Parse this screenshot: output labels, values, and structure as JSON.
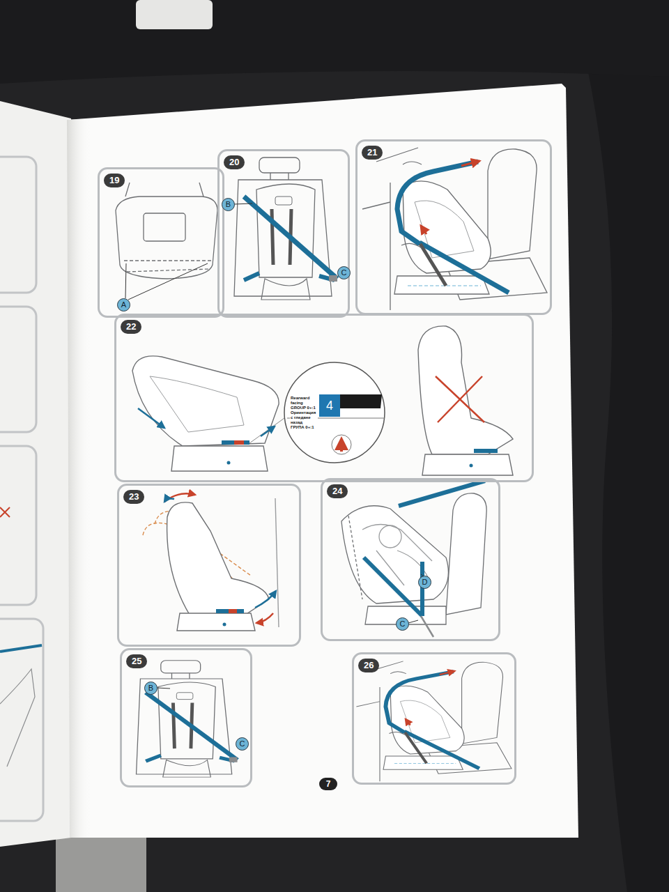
{
  "diagram": {
    "nodes": [
      {
        "text": [
          "19"
        ]
      },
      {
        "text": [
          "A"
        ],
        "in": 0
      },
      {
        "text": [
          "20"
        ]
      },
      {
        "text": [
          "B"
        ],
        "in": 2
      },
      {
        "text": [
          "C"
        ],
        "in": 2
      },
      {
        "text": [
          "21"
        ]
      },
      {
        "text": [
          "22"
        ]
      },
      {
        "text": [
          "Rearward facing GROUP 0+:1",
          "Ориентация с гледане назад ГРУПА 0+:1"
        ],
        "in": 6
      },
      {
        "text": [
          "4"
        ],
        "in": 6
      },
      {
        "text": [
          "23"
        ]
      },
      {
        "text": [
          "24"
        ]
      },
      {
        "text": [
          "D"
        ],
        "in": 10
      },
      {
        "text": [
          "C"
        ],
        "in": 10
      },
      {
        "text": [
          "25"
        ]
      },
      {
        "text": [
          "B"
        ],
        "in": 13
      },
      {
        "text": [
          "C"
        ],
        "in": 13
      },
      {
        "text": [
          "26"
        ]
      },
      {
        "text": [
          "7"
        ]
      }
    ]
  }
}
